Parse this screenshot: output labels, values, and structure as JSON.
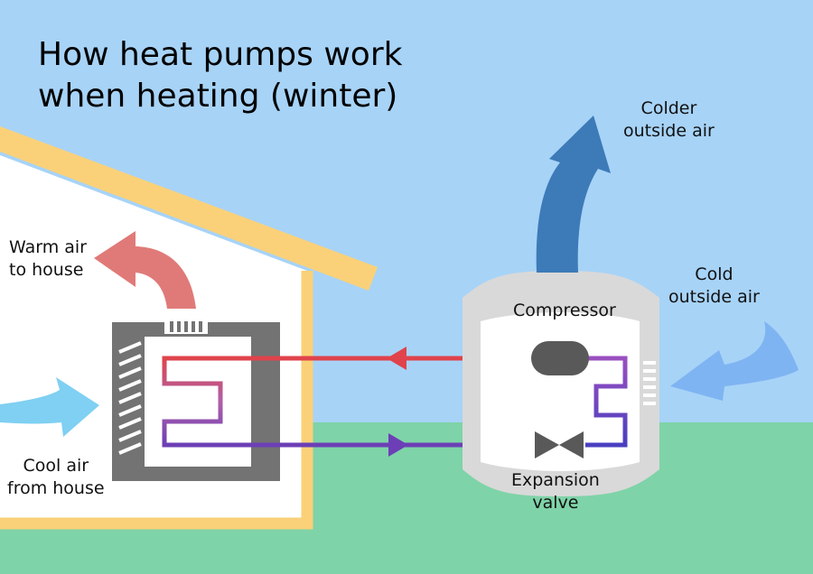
{
  "title": {
    "line1": "How heat pumps work",
    "line2": "when heating (winter)"
  },
  "labels": {
    "warm_air": [
      "Warm air",
      "to house"
    ],
    "cool_air": [
      "Cool air",
      "from house"
    ],
    "colder_outside": [
      "Colder",
      "outside air"
    ],
    "cold_outside": [
      "Cold",
      "outside air"
    ],
    "compressor": "Compressor",
    "expansion_valve": [
      "Expansion",
      "valve"
    ]
  },
  "colors": {
    "sky": "#a7d3f7",
    "ground": "#7fd3a8",
    "roof": "#fad179",
    "house_wall": "#ffffff",
    "indoor_unit": "#737373",
    "outdoor_unit": "#d9d9d9",
    "hot_line": "#e0434b",
    "cold_line": "#6c3fb6",
    "warm_arrow": "#e07a78",
    "cool_arrow": "#7fd0f2",
    "colder_arrow": "#3d7ab8",
    "cold_arrow": "#7fb4f2"
  },
  "icons": [
    "warm-air-arrow-icon",
    "cool-air-arrow-icon",
    "colder-air-arrow-icon",
    "cold-air-arrow-icon",
    "compressor-icon",
    "expansion-valve-icon",
    "flow-arrow-left-icon",
    "flow-arrow-right-icon"
  ]
}
